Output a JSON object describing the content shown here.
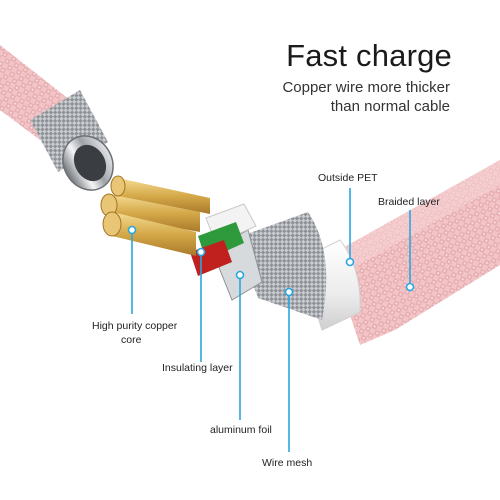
{
  "header": {
    "title": "Fast charge",
    "subtitle_line1": "Copper wire more thicker",
    "subtitle_line2": "than normal cable"
  },
  "labels": {
    "outside_pet": "Outside PET",
    "braided_layer": "Braided layer",
    "copper_core_line1": "High purity copper",
    "copper_core_line2": "core",
    "insulating_layer": "Insulating layer",
    "aluminum_foil": "aluminum foil",
    "wire_mesh": "Wire mesh"
  },
  "colors": {
    "braid": "#f2c4c6",
    "braid_dark": "#e0a3a8",
    "copper": "#d9b25a",
    "leader_line": "#2aa7e0",
    "wire_green": "#2e9a3c",
    "wire_red": "#c0211f",
    "pet": "#f4f4f4",
    "metal": "#b9bcc1"
  }
}
